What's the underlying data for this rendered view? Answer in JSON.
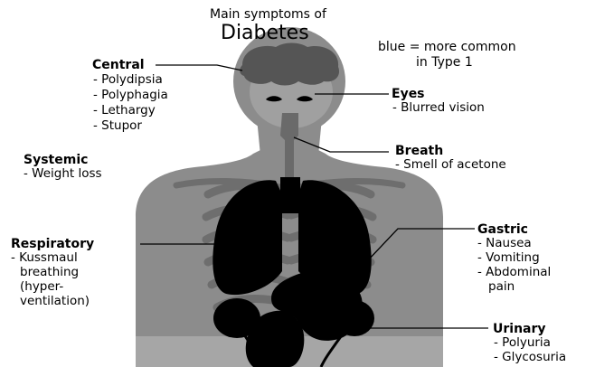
{
  "title": {
    "line1": "Main symptoms of",
    "line2": "Diabetes"
  },
  "legend": {
    "line1": "blue = more common",
    "line2": "in Type 1"
  },
  "groups": {
    "central": {
      "heading": "Central",
      "items": [
        "- Polydipsia",
        "- Polyphagia",
        "- Lethargy",
        "- Stupor"
      ]
    },
    "systemic": {
      "heading": "Systemic",
      "items": [
        "- Weight loss"
      ]
    },
    "respiratory": {
      "heading": "Respiratory",
      "items": [
        "- Kussmaul",
        "breathing",
        "(hyper-",
        "ventilation)"
      ]
    },
    "eyes": {
      "heading": "Eyes",
      "items": [
        "- Blurred vision"
      ]
    },
    "breath": {
      "heading": "Breath",
      "items": [
        "- Smell of acetone"
      ]
    },
    "gastric": {
      "heading": "Gastric",
      "items": [
        "- Nausea",
        "- Vomiting",
        "- Abdominal",
        "pain"
      ]
    },
    "urinary": {
      "heading": "Urinary",
      "items": [
        "- Polyuria",
        "- Glycosuria"
      ]
    }
  },
  "colors": {
    "body": "#8c8c8c",
    "body_light": "#a6a6a6",
    "head_shade": "#a0a0a0",
    "brain": "#555555",
    "organs": "#000000",
    "ribs": "#6e6e6e",
    "airway": "#6a6a6a",
    "leader": "#000000"
  }
}
